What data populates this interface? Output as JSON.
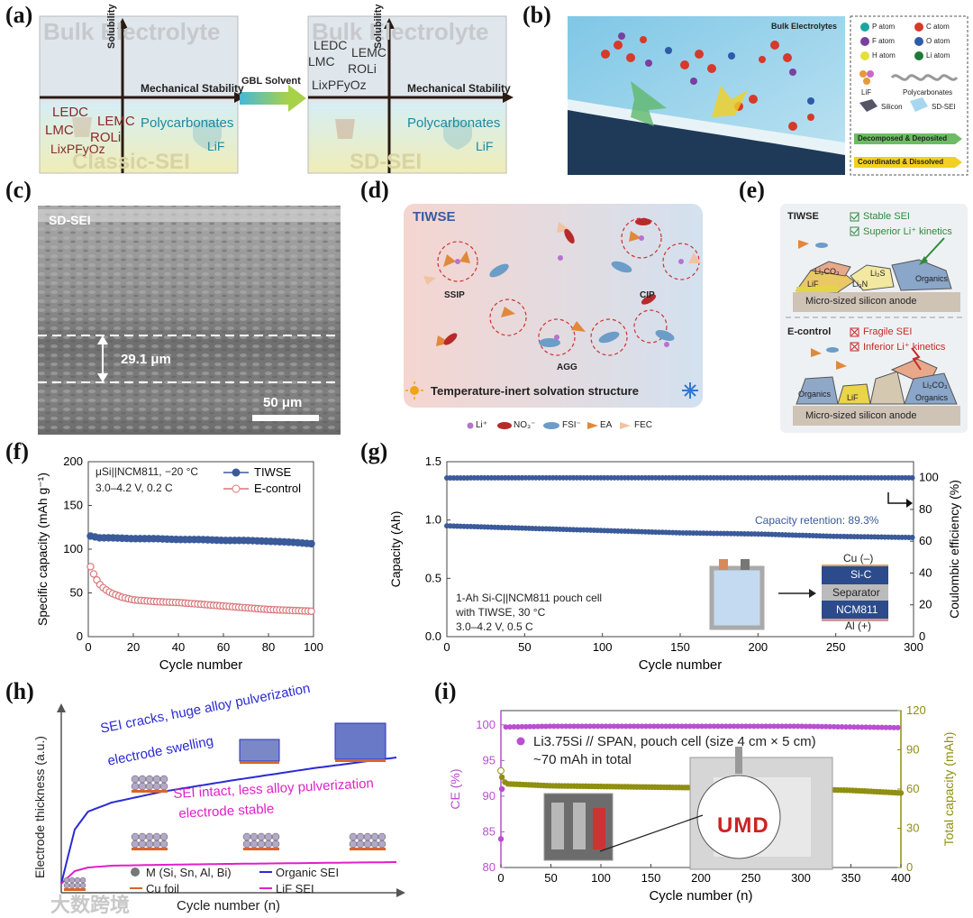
{
  "panel_letters": [
    "(a)",
    "(b)",
    "(c)",
    "(d)",
    "(e)",
    "(f)",
    "(g)",
    "(h)",
    "(i)"
  ],
  "panel_a": {
    "left": {
      "title": "Bulk Electrolyte",
      "bottom": "Classic-SEI",
      "y_axis": "Solubility",
      "x_axis": "Mechanical Stability",
      "left_species": [
        "LEDC",
        "LEMC",
        "LMC",
        "ROLi",
        "LixPFyOz"
      ],
      "right_species": [
        "Polycarbonates",
        "LiF"
      ]
    },
    "arrow_label": "GBL Solvent",
    "right": {
      "title": "Bulk Electrolyte",
      "bottom": "SD-SEI",
      "y_axis": "Solubility",
      "x_axis": "Mechanical Stability",
      "top_species": [
        "LEDC",
        "LEMC",
        "LMC",
        "ROLi",
        "LixPFyOz"
      ],
      "right_species": [
        "Polycarbonates",
        "LiF"
      ]
    }
  },
  "panel_b": {
    "title": "Bulk Electrolytes",
    "legend": [
      {
        "label": "P atom",
        "color": "#1aa6a0"
      },
      {
        "label": "C atom",
        "color": "#d63a2a"
      },
      {
        "label": "F atom",
        "color": "#7a3fa0"
      },
      {
        "label": "O atom",
        "color": "#2f5aa8"
      },
      {
        "label": "H atom",
        "color": "#e6e03a"
      },
      {
        "label": "Li atom",
        "color": "#1f7a3a"
      }
    ],
    "items": [
      "LiF",
      "Polycarbonates",
      "Silicon",
      "SD-SEI"
    ],
    "arrows": [
      "Decomposed & Deposited",
      "Coordinated & Dissolved"
    ]
  },
  "panel_c": {
    "label": "SD-SEI",
    "thickness": "29.1 μm",
    "scale": "50 μm"
  },
  "panel_d": {
    "title": "TIWSE",
    "clusters": [
      "SSIP",
      "CIP",
      "AGG"
    ],
    "footer": "Temperature-inert solvation structure",
    "legend": [
      "Li⁺",
      "NO₃⁻",
      "FSI⁻",
      "EA",
      "FEC"
    ]
  },
  "panel_e": {
    "top": {
      "title": "TIWSE",
      "checks": [
        "Stable SEI",
        "Superior Li⁺ kinetics"
      ],
      "species": [
        "Li₂CO₃",
        "Li₂S",
        "LiF",
        "Li₃N",
        "Organics"
      ],
      "anode": "Micro-sized silicon anode"
    },
    "bottom": {
      "title": "E-control",
      "fails": [
        "Fragile SEI",
        "Inferior Li⁺ kinetics"
      ],
      "species": [
        "Li₂CO₃",
        "Organics",
        "LiF",
        "Organics"
      ],
      "anode": "Micro-sized silicon anode"
    }
  },
  "panel_f": {
    "annotation": [
      "μSi||NCM811, −20 °C",
      "3.0–4.2 V, 0.2 C"
    ],
    "colors": {
      "TIWSE": "#3a5a9a",
      "E-control": "#d9777a"
    }
  },
  "panel_g": {
    "annotation": [
      "1-Ah Si-C||NCM811 pouch cell",
      "with TIWSE, 30 °C",
      "3.0–4.2 V, 0.5 C"
    ],
    "retention": "Capacity retention: 89.3%",
    "stack": [
      "Cu (–)",
      "Si-C",
      "Separator",
      "NCM811",
      "Al (+)"
    ]
  },
  "panel_h": {
    "y_label": "Electrode thickness (a.u.)",
    "x_label": "Cycle number (n)",
    "labels_top": [
      "SEI cracks, huge alloy pulverization",
      "electrode swelling"
    ],
    "labels_bottom": [
      "SEI intact, less alloy pulverization",
      "electrode stable"
    ],
    "legend": [
      {
        "label": "M (Si, Sn, Al, Bi)",
        "color": "#888888"
      },
      {
        "label": "Organic SEI",
        "color": "#2b2bd6"
      },
      {
        "label": "Cu foil",
        "color": "#d9652b"
      },
      {
        "label": "LiF SEI",
        "color": "#e020c8"
      }
    ]
  },
  "panel_i": {
    "annotation": [
      "Li3.75Si // SPAN, pouch cell (size 4 cm × 5 cm)",
      "~70 mAh in total"
    ],
    "logo": "UMD"
  },
  "watermark": "大数跨境",
  "chart_data": [
    {
      "id": "f",
      "type": "scatter",
      "title": "",
      "xlabel": "Cycle number",
      "ylabel": "Specific capacity (mAh g⁻¹)",
      "xlim": [
        0,
        100
      ],
      "ylim": [
        0,
        200
      ],
      "xticks": [
        0,
        20,
        40,
        60,
        80,
        100
      ],
      "yticks": [
        0,
        50,
        100,
        150,
        200
      ],
      "legend_position": "top-right",
      "series": [
        {
          "name": "TIWSE",
          "x": [
            1,
            5,
            10,
            20,
            30,
            40,
            50,
            60,
            70,
            80,
            90,
            100
          ],
          "y": [
            115,
            113,
            113,
            112,
            112,
            111,
            111,
            110,
            110,
            109,
            108,
            106
          ]
        },
        {
          "name": "E-control",
          "x": [
            1,
            2,
            3,
            5,
            7,
            10,
            15,
            20,
            30,
            40,
            50,
            60,
            70,
            80,
            90,
            100
          ],
          "y": [
            80,
            74,
            68,
            60,
            55,
            50,
            45,
            42,
            40,
            39,
            37,
            35,
            33,
            31,
            30,
            29
          ]
        }
      ]
    },
    {
      "id": "g",
      "type": "scatter",
      "title": "",
      "xlabel": "Cycle number",
      "ylabel": "Capacity (Ah)",
      "y2label": "Coulombic efficiency (%)",
      "xlim": [
        0,
        300
      ],
      "ylim": [
        0,
        1.5
      ],
      "y2lim": [
        0,
        110
      ],
      "xticks": [
        0,
        50,
        100,
        150,
        200,
        250,
        300
      ],
      "yticks": [
        0.0,
        0.5,
        1.0,
        1.5
      ],
      "y2ticks": [
        0,
        20,
        40,
        60,
        80,
        100
      ],
      "series": [
        {
          "name": "Capacity",
          "axis": "left",
          "x": [
            0,
            50,
            100,
            150,
            200,
            250,
            300
          ],
          "y": [
            0.95,
            0.93,
            0.91,
            0.89,
            0.88,
            0.86,
            0.85
          ]
        },
        {
          "name": "Coulombic efficiency",
          "axis": "right",
          "x": [
            0,
            50,
            100,
            150,
            200,
            250,
            300
          ],
          "y": [
            99.8,
            99.9,
            99.9,
            99.9,
            99.9,
            99.9,
            99.9
          ]
        }
      ]
    },
    {
      "id": "h",
      "type": "line",
      "title": "",
      "xlabel": "Cycle number (n)",
      "ylabel": "Electrode thickness (a.u.)",
      "series": [
        {
          "name": "Organic SEI",
          "x": [
            0,
            0.04,
            0.08,
            0.15,
            0.3,
            0.5,
            0.75,
            1.0
          ],
          "y": [
            0.05,
            0.35,
            0.45,
            0.5,
            0.56,
            0.62,
            0.69,
            0.75
          ]
        },
        {
          "name": "LiF SEI",
          "x": [
            0,
            0.04,
            0.08,
            0.15,
            0.3,
            0.5,
            0.75,
            1.0
          ],
          "y": [
            0.05,
            0.12,
            0.14,
            0.15,
            0.155,
            0.16,
            0.165,
            0.17
          ]
        }
      ]
    },
    {
      "id": "i",
      "type": "scatter",
      "title": "",
      "xlabel": "Cycle number (n)",
      "ylabel": "CE (%)",
      "y2label": "Total capacity (mAh)",
      "xlim": [
        0,
        400
      ],
      "ylim": [
        80,
        102
      ],
      "y2lim": [
        0,
        120
      ],
      "xticks": [
        0,
        50,
        100,
        150,
        200,
        250,
        300,
        350,
        400
      ],
      "yticks": [
        80,
        85,
        90,
        95,
        100
      ],
      "y2ticks": [
        0,
        30,
        60,
        90,
        120
      ],
      "series": [
        {
          "name": "CE",
          "axis": "left",
          "x": [
            0,
            1,
            2,
            5,
            50,
            100,
            150,
            200,
            250,
            300,
            350,
            400
          ],
          "y": [
            84,
            91,
            96.5,
            99.7,
            99.8,
            99.8,
            99.8,
            99.8,
            99.8,
            99.8,
            99.7,
            99.6
          ]
        },
        {
          "name": "Total capacity",
          "axis": "right",
          "x": [
            0,
            1,
            5,
            50,
            100,
            150,
            200,
            250,
            300,
            350,
            400
          ],
          "y": [
            74,
            69,
            64,
            62.5,
            62,
            61.5,
            61,
            60.5,
            60,
            59,
            57
          ]
        }
      ]
    }
  ]
}
